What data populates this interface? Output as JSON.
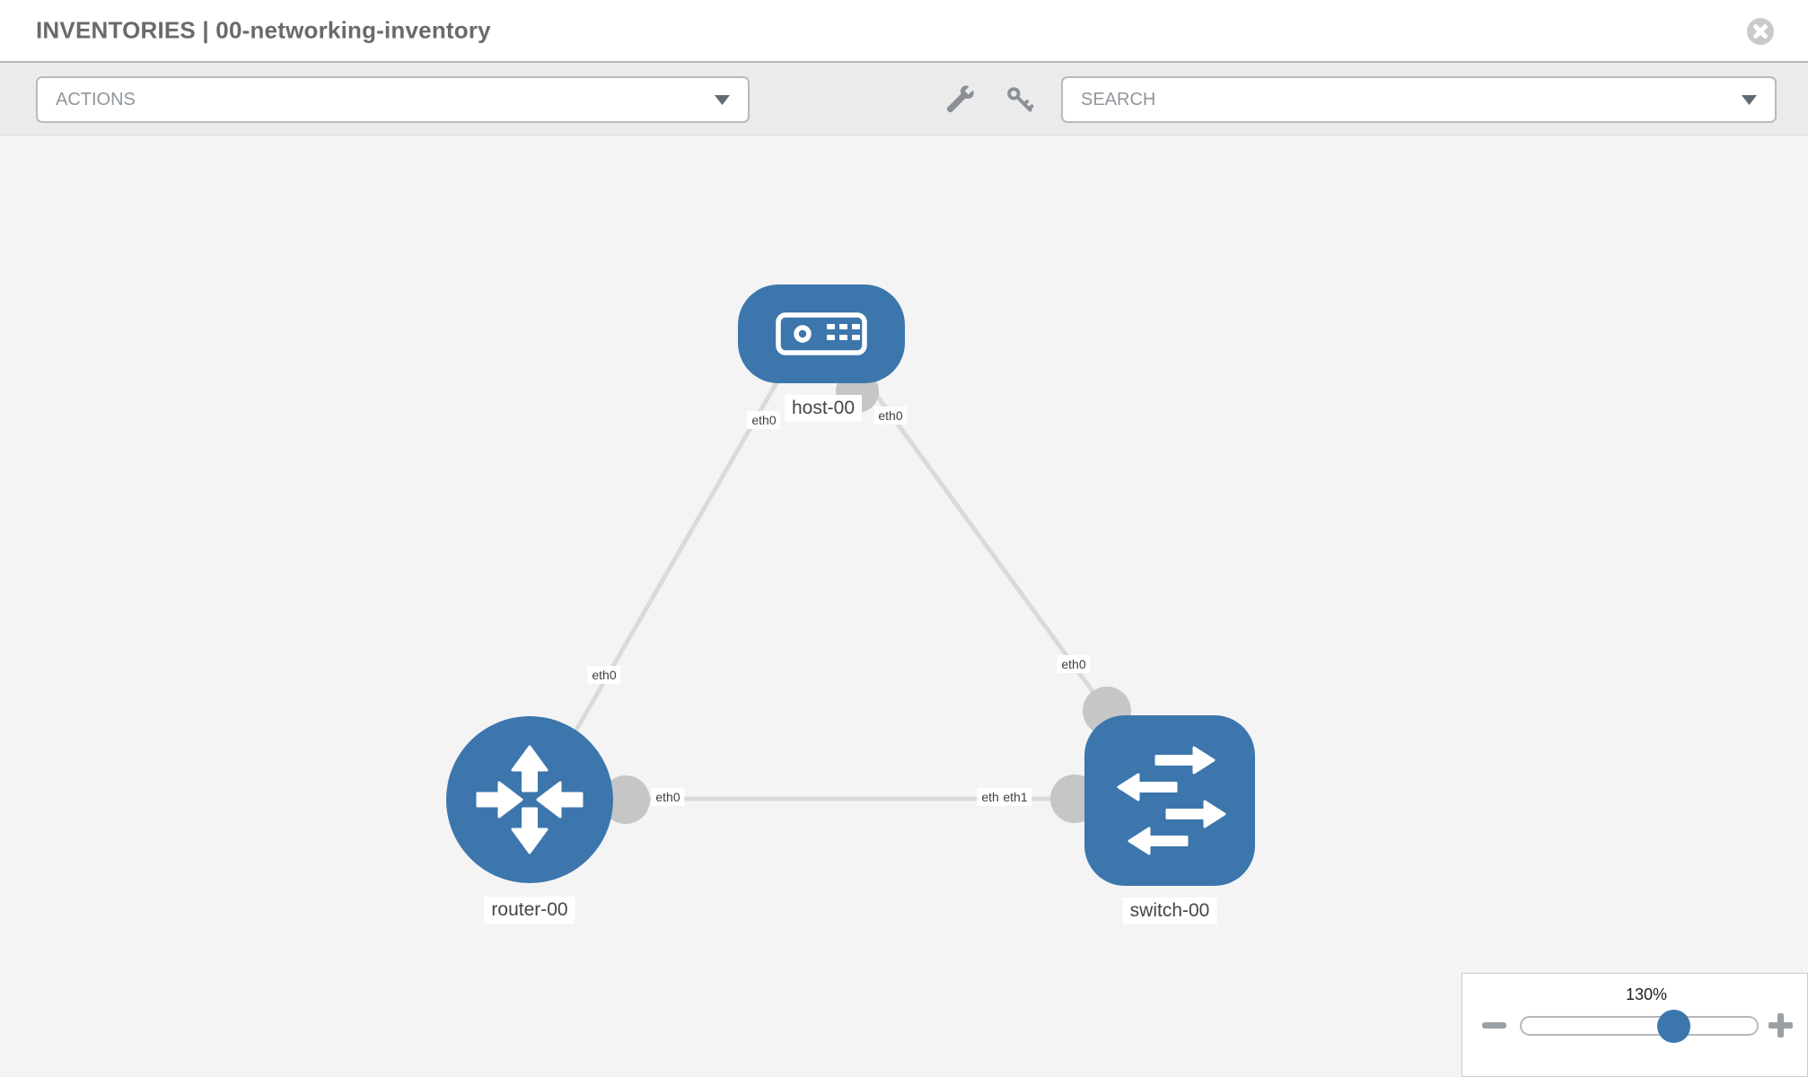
{
  "header": {
    "title": "INVENTORIES | 00-networking-inventory"
  },
  "toolbar": {
    "actions_label": "ACTIONS",
    "search_label": "SEARCH",
    "icons": [
      "wrench-icon",
      "key-icon"
    ]
  },
  "topology": {
    "nodes": [
      {
        "label": "host-00",
        "type": "host",
        "icon": "server-icon"
      },
      {
        "label": "router-00",
        "type": "router",
        "icon": "router-arrows-icon"
      },
      {
        "label": "switch-00",
        "type": "switch",
        "icon": "switch-arrows-icon"
      }
    ],
    "node_labels": {
      "host": "host-00",
      "router": "router-00",
      "switch": "switch-00"
    },
    "port_labels": {
      "host_left": "eth0",
      "host_right": "eth0",
      "host_router_mid": "eth0",
      "host_switch_mid": "eth0",
      "router_right": "eth0",
      "switch_left_back": "eth0",
      "switch_left_front": "eth1"
    },
    "links": [
      {
        "from": "host-00",
        "from_port": "eth0",
        "to": "router-00",
        "to_port": "eth0"
      },
      {
        "from": "host-00",
        "from_port": "eth0",
        "to": "switch-00",
        "to_port": "eth0"
      },
      {
        "from": "router-00",
        "from_port": "eth0",
        "to": "switch-00",
        "to_port": "eth1"
      }
    ]
  },
  "zoom_control": {
    "level": "130%"
  },
  "colors": {
    "node_blue": "#3c76ad",
    "link_gray": "#dadada",
    "port_gray": "#c6c6c6",
    "canvas_bg": "#f4f4f5"
  }
}
